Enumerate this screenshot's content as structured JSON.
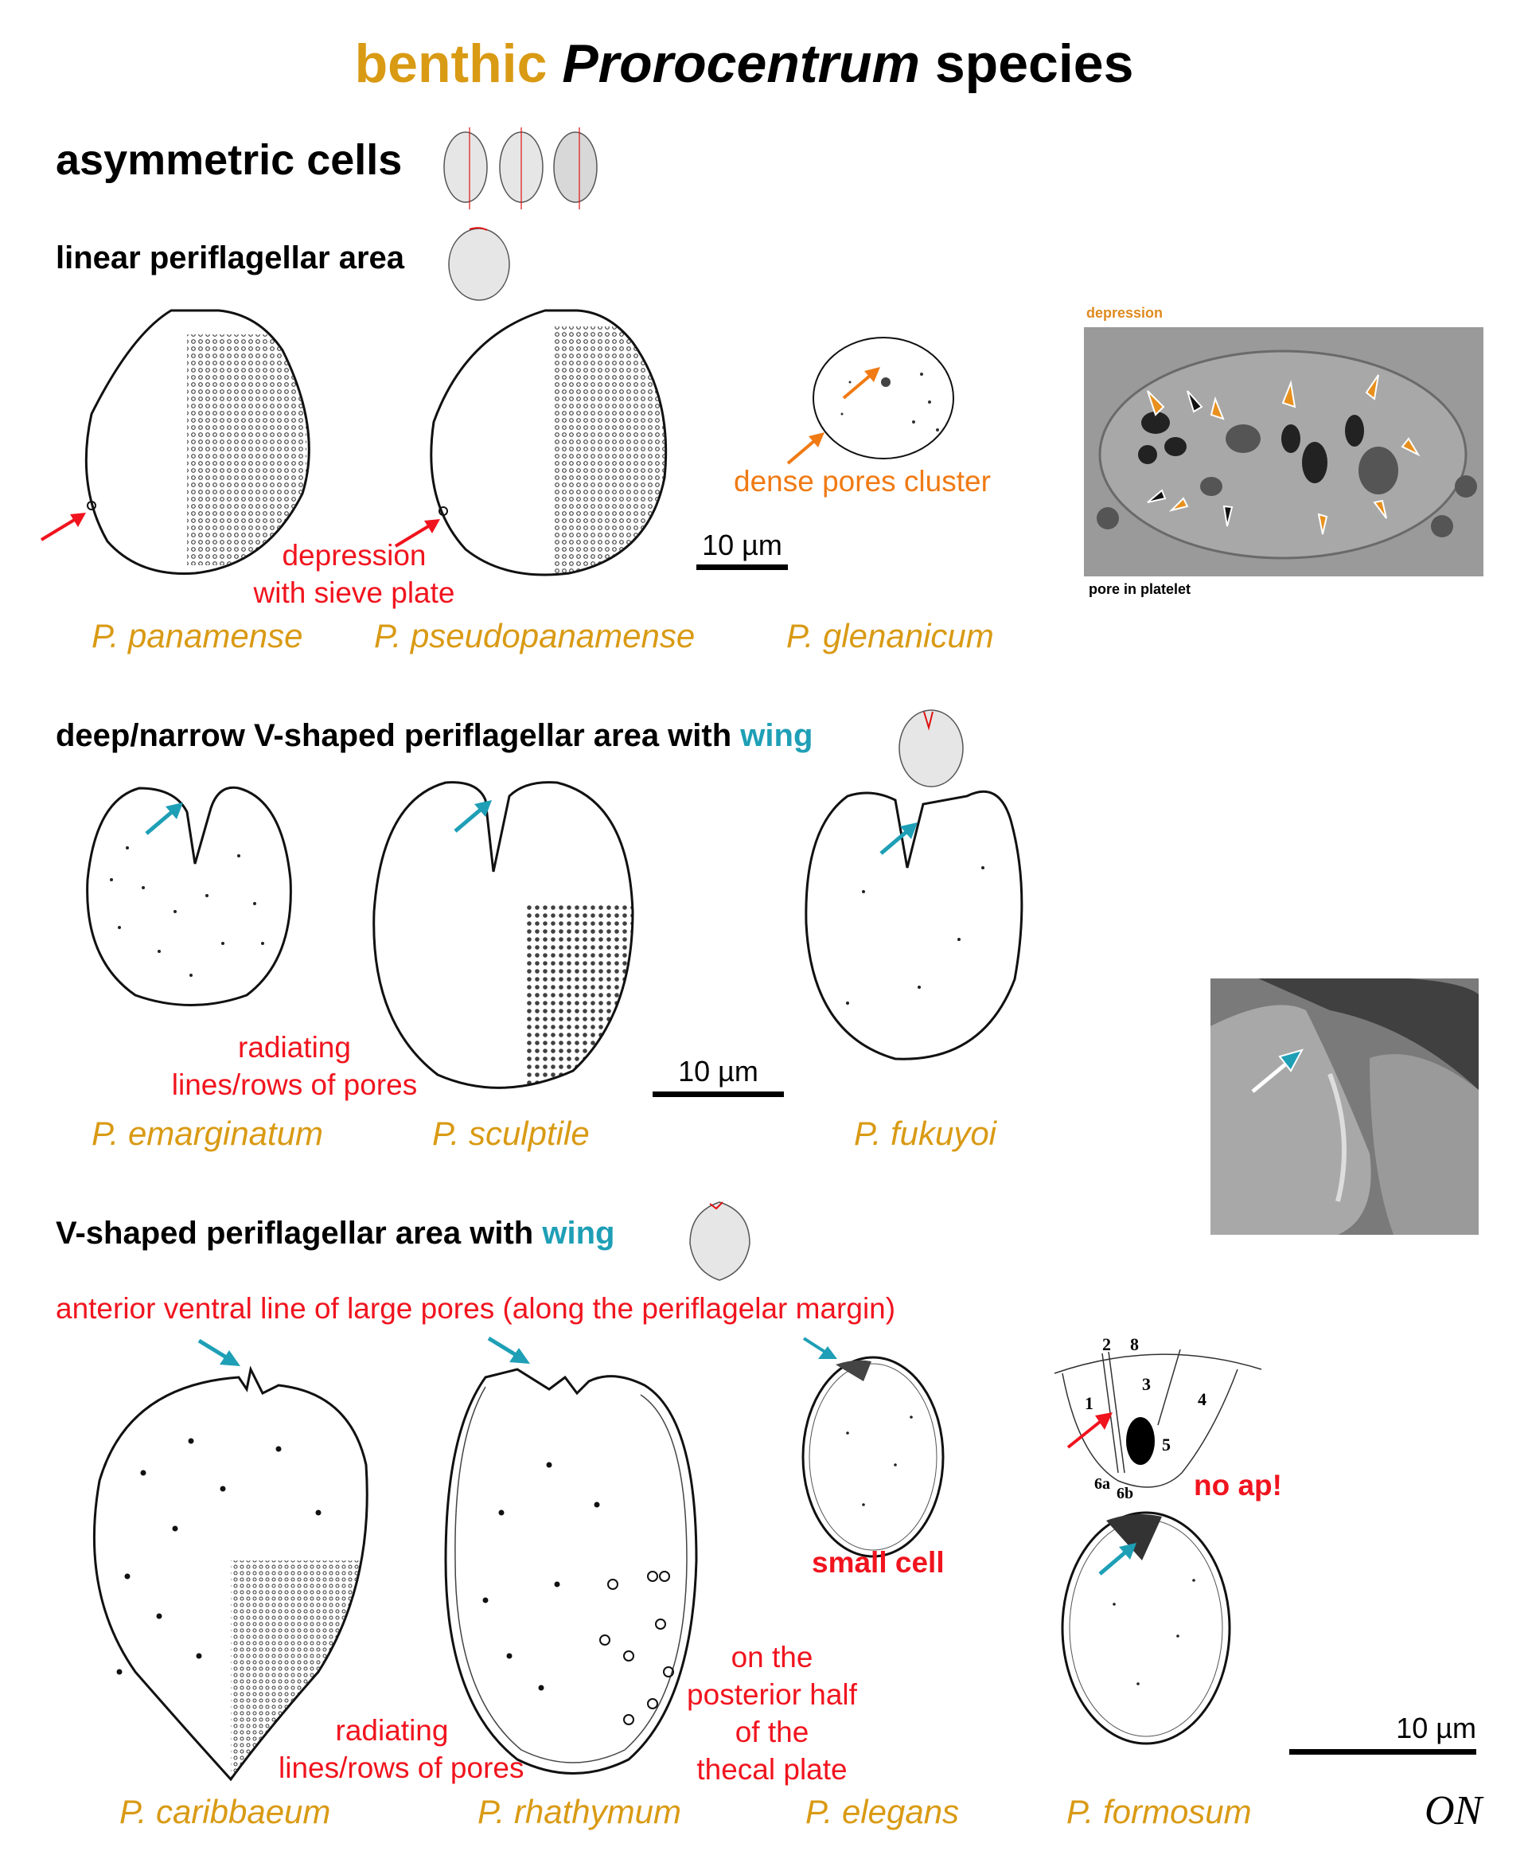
{
  "title": {
    "part1": "benthic",
    "part2": "Prorocentrum",
    "part3": "species"
  },
  "heading_asymmetric": "asymmetric cells",
  "colors": {
    "gold": "#d99a14",
    "teal": "#1e9fb6",
    "red": "#f0141e",
    "orange": "#f07a14"
  },
  "section1": {
    "heading": "linear periflagellar area",
    "species": [
      "P. panamense",
      "P. pseudopanamense",
      "P. glenanicum"
    ],
    "annotation_red": [
      "depression",
      "with sieve plate"
    ],
    "annotation_orange": "dense pores cluster",
    "scale_label": "10 µm",
    "sem": {
      "top_label": "depression",
      "bottom_label": "pore in platelet"
    }
  },
  "section2": {
    "heading_main": "deep/narrow V-shaped periflagellar area with",
    "heading_wing": "wing",
    "species": [
      "P. emarginatum",
      "P. sculptile",
      "P. fukuyoi"
    ],
    "annotation_red": [
      "radiating",
      "lines/rows of pores"
    ],
    "scale_label": "10 µm"
  },
  "section3": {
    "heading_main": "V-shaped periflagellar area with",
    "heading_wing": "wing",
    "annotation_top": "anterior ventral line of large pores (along the periflagelar margin)",
    "species": [
      "P. caribbaeum",
      "P. rhathymum",
      "P. elegans",
      "P. formosum"
    ],
    "annotation_radiating": [
      "radiating",
      "lines/rows of pores"
    ],
    "annotation_posterior": [
      "on the",
      "posterior half",
      "of the",
      "thecal plate"
    ],
    "annotation_small": "small cell",
    "annotation_noap": "no ap!",
    "plate_labels": [
      "1",
      "2",
      "8",
      "3",
      "4",
      "5",
      "6a",
      "6b"
    ],
    "scale_label": "10 µm"
  },
  "signature": "ON"
}
